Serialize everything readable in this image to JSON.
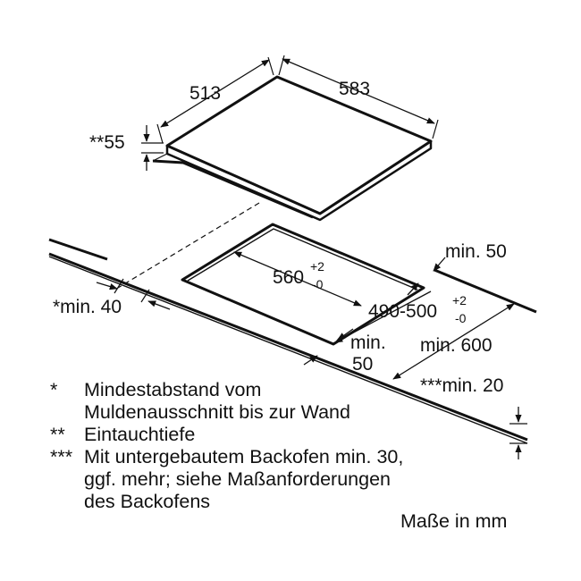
{
  "labels": {
    "hob_depth": "513",
    "hob_width": "583",
    "immersion_depth": "**55",
    "min_40": "*min. 40",
    "cutout_width": "560",
    "cutout_width_tol_plus": "+2",
    "cutout_width_tol_minus": "-0",
    "cutout_depth": "490-500",
    "cutout_depth_tol_plus": "+2",
    "cutout_depth_tol_minus": "-0",
    "min_50_right": "min. 50",
    "min_50_front_1": "min.",
    "min_50_front_2": "50",
    "min_600": "min. 600",
    "min_20": "***min. 20"
  },
  "legend": [
    {
      "mark": "*",
      "lines": [
        "Mindestabstand vom",
        "Muldenausschnitt bis zur Wand"
      ]
    },
    {
      "mark": "**",
      "lines": [
        "Eintauchtiefe"
      ]
    },
    {
      "mark": "***",
      "lines": [
        "Mit untergebautem Backofen min. 30,",
        "ggf. mehr; siehe Maßanforderungen",
        "des Backofens"
      ]
    }
  ],
  "units": "Maße in mm",
  "colors": {
    "ink": "#111111",
    "background": "#ffffff"
  }
}
